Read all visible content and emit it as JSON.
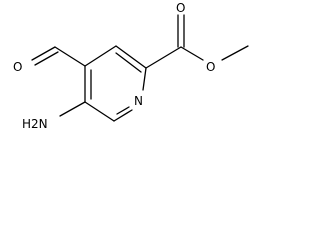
{
  "molecule": {
    "atom_labels": {
      "aldehyde_oxygen": "O",
      "ester_carbonyl_oxygen": "O",
      "ester_ether_oxygen": "O",
      "ring_nitrogen": "N",
      "amino_group": "H2N"
    }
  }
}
